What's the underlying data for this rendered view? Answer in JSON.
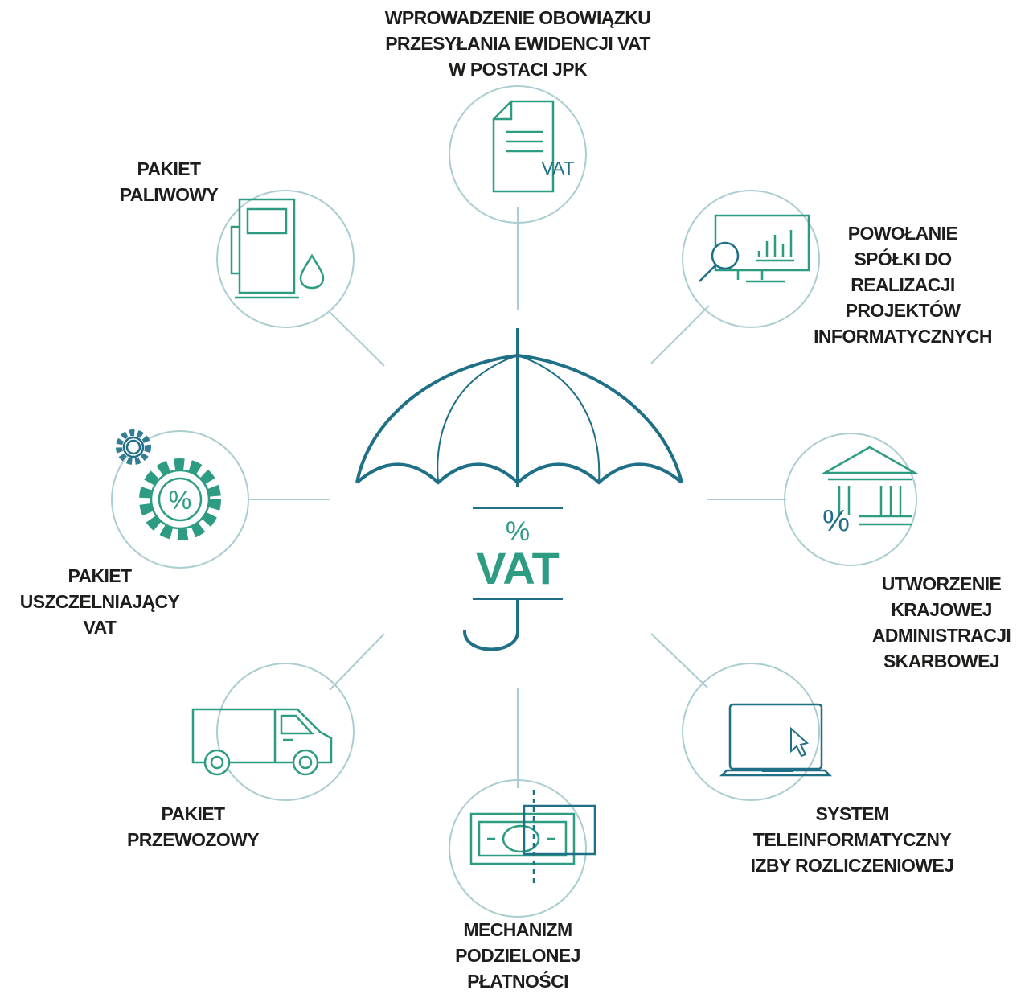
{
  "center": {
    "symbol": "%",
    "label": "VAT"
  },
  "nodes": [
    {
      "id": "jpk",
      "icon": "document-vat-icon",
      "lines": [
        "WPROWADZENIE OBOWIĄZKU",
        "PRZESYŁANIA EWIDENCJI VAT",
        "W POSTACI JPK"
      ],
      "icon_text": "VAT"
    },
    {
      "id": "it-company",
      "icon": "monitor-chart-magnifier-icon",
      "lines": [
        "POWOŁANIE",
        "SPÓŁKI DO",
        "REALIZACJI",
        "PROJEKTÓW",
        "INFORMATYCZNYCH"
      ]
    },
    {
      "id": "kas",
      "icon": "bank-percent-icon",
      "lines": [
        "UTWORZENIE",
        "KRAJOWEJ",
        "ADMINISTRACJI",
        "SKARBOWEJ"
      ],
      "icon_text": "%"
    },
    {
      "id": "clearing-system",
      "icon": "laptop-cursor-icon",
      "lines": [
        "SYSTEM",
        "TELEINFORMATYCZNY",
        "IZBY ROZLICZENIOWEJ"
      ]
    },
    {
      "id": "split-payment",
      "icon": "banknote-split-icon",
      "lines": [
        "MECHANIZM",
        "PODZIELONEJ",
        "PŁATNOŚCI"
      ]
    },
    {
      "id": "transport",
      "icon": "delivery-van-icon",
      "lines": [
        "PAKIET",
        "PRZEWOZOWY"
      ]
    },
    {
      "id": "sealing",
      "icon": "gears-percent-icon",
      "lines": [
        "PAKIET",
        "USZCZELNIAJĄCY",
        "VAT"
      ],
      "icon_text": "%"
    },
    {
      "id": "fuel",
      "icon": "fuel-pump-icon",
      "lines": [
        "PAKIET",
        "PALIWOWY"
      ]
    }
  ],
  "colors": {
    "accent": "#2d9c83",
    "umbrella": "#1f6f86",
    "connector": "#a9cdd0",
    "text": "#1d1d1b"
  }
}
